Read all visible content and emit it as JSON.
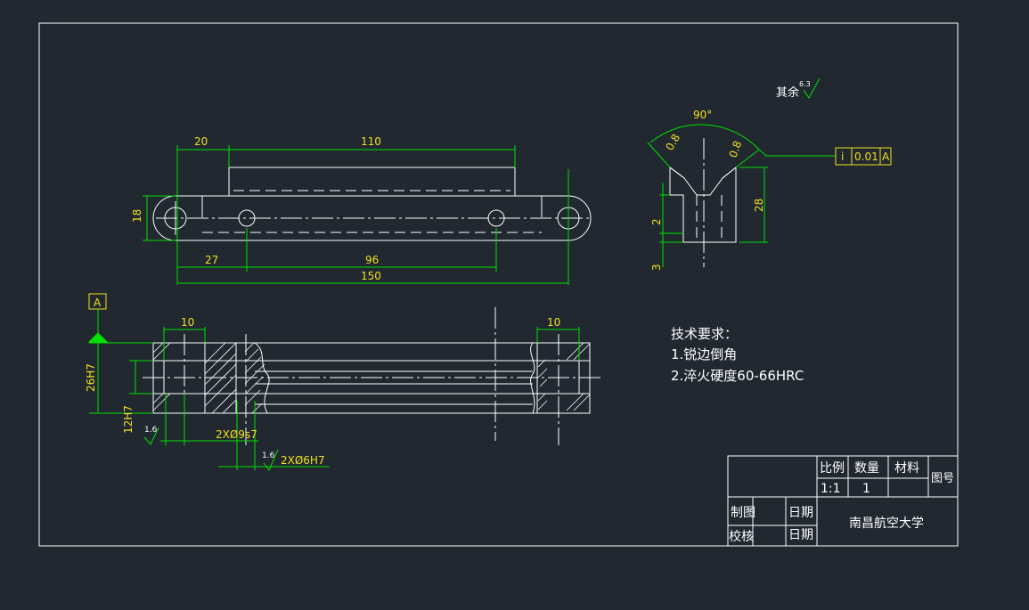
{
  "dimensions": {
    "top_view": {
      "d20": "20",
      "d110": "110",
      "d18": "18",
      "d27": "27",
      "d96": "96",
      "d150": "150"
    },
    "side_view": {
      "angle": "90°",
      "rough_left": "0.8",
      "rough_right": "0.8",
      "d2": "2",
      "d3": "3",
      "d28": "28"
    },
    "front_view": {
      "d10_left": "10",
      "d10_right": "10",
      "fit_26": "26H7",
      "fit_12": "12H7",
      "hole_9": "2XØ9s7",
      "hole_6": "2XØ6H7",
      "rough_1": "1.6",
      "rough_2": "1.6"
    }
  },
  "datum": "A",
  "tolerance_frame": {
    "symbol": "i",
    "value": "0.01",
    "datum": "A"
  },
  "roughness_note": {
    "label": "其余",
    "value": "6.3"
  },
  "tech_requirements": {
    "title": "技术要求：",
    "items": [
      "1.锐边倒角",
      "2.淬火硬度60-66HRC"
    ]
  },
  "title_block": {
    "scale_label": "比例",
    "quantity_label": "数量",
    "material_label": "材料",
    "drawing_no_label": "图号",
    "scale_value": "1:1",
    "quantity_value": "1",
    "drawn_label": "制图",
    "checked_label": "校核",
    "date_label_1": "日期",
    "date_label_2": "日期",
    "school": "南昌航空大学"
  },
  "colors": {
    "background": "#212830",
    "object_lines": "#ffffff",
    "dimension_lines": "#00e000",
    "dimension_text": "#f0e020"
  }
}
